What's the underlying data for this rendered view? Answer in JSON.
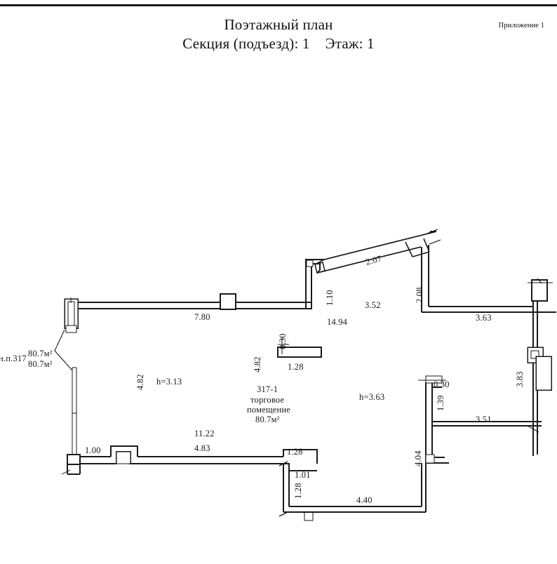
{
  "document": {
    "top_rule": true,
    "title": "Поэтажный план",
    "subtitle_section": "Секция (подъезд): 1",
    "subtitle_floor": "Этаж: 1",
    "appendix": "Приложение 1"
  },
  "plan": {
    "room_label": {
      "number": "317-1",
      "type_line1": "торговое",
      "type_line2": "помещение",
      "area": "80.7м²"
    },
    "left_callout": {
      "unit": "н.п.317",
      "area_top": "80.7м²",
      "area_bottom": "80.7м²"
    },
    "heights": {
      "left_room": "h=3.13",
      "right_room": "h=3.63"
    },
    "dimensions": {
      "top_wall_left": "7.80",
      "top_wall_total": "14.94",
      "diagonal_upper": "2.07",
      "notch_vertical": "1.10",
      "right_diagonal_vertical": "2.08",
      "upper_middle": "3.52",
      "right_top_horizontal": "3.63",
      "right_vertical": "3.83",
      "right_pier_top": "0.30",
      "right_pier_vertical": "1.39",
      "right_lower_horizontal": "3.51",
      "right_outer_vertical": "4.04",
      "left_vertical": "4.82",
      "center_vertical": "4.82",
      "column_height": "0.30",
      "column_width": "1.28",
      "bottom_span_upper": "11.22",
      "bottom_span_lower": "4.83",
      "bottom_left_offset": "1.00",
      "bottom_stub_top": "1.28",
      "bottom_stub_mid": "1.01",
      "bottom_stub_vertical": "1.28",
      "bottom_long": "4.40"
    }
  },
  "colors": {
    "ink": "#1a1a1a",
    "paper": "#ffffff"
  }
}
